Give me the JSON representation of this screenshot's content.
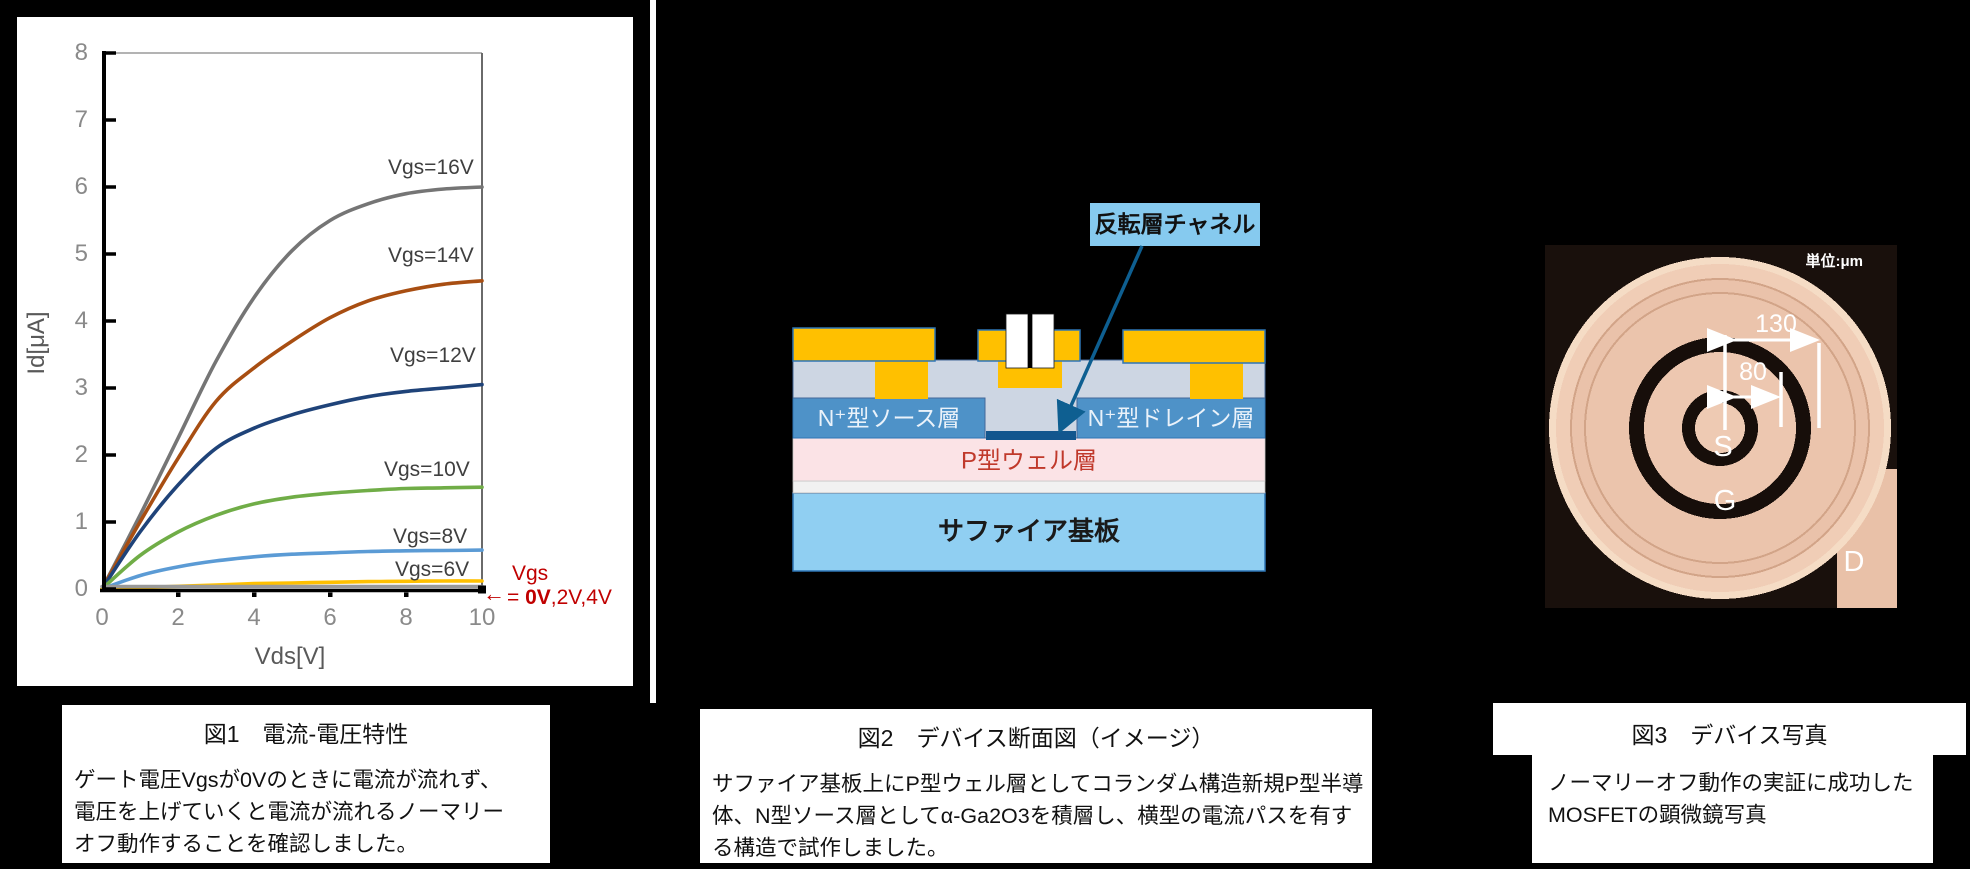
{
  "page": {
    "background": "#000000"
  },
  "chart_data": {
    "type": "line",
    "title": "",
    "xlabel": "Vds[V]",
    "ylabel": "Id[μA]",
    "xlim": [
      0,
      10
    ],
    "ylim": [
      0,
      8
    ],
    "grid": false,
    "x_ticks": [
      0,
      2,
      4,
      6,
      8,
      10
    ],
    "y_ticks": [
      0,
      1,
      2,
      3,
      4,
      5,
      6,
      7,
      8
    ],
    "x": [
      0,
      1,
      2,
      3,
      4,
      5,
      6,
      7,
      8,
      9,
      10
    ],
    "series": [
      {
        "name": "Vgs=16V",
        "color": "#757575",
        "values": [
          0,
          1.1,
          2.25,
          3.4,
          4.35,
          5.05,
          5.5,
          5.75,
          5.9,
          5.97,
          6.0
        ]
      },
      {
        "name": "Vgs=14V",
        "color": "#a84e12",
        "values": [
          0,
          1.0,
          1.95,
          2.8,
          3.3,
          3.7,
          4.05,
          4.3,
          4.45,
          4.55,
          4.6
        ]
      },
      {
        "name": "Vgs=12V",
        "color": "#1f4379",
        "values": [
          0,
          0.85,
          1.55,
          2.1,
          2.4,
          2.6,
          2.75,
          2.87,
          2.95,
          3.0,
          3.05
        ]
      },
      {
        "name": "Vgs=10V",
        "color": "#70ad47",
        "values": [
          0,
          0.5,
          0.85,
          1.1,
          1.27,
          1.37,
          1.43,
          1.47,
          1.5,
          1.51,
          1.52
        ]
      },
      {
        "name": "Vgs=8V",
        "color": "#5b9bd5",
        "values": [
          0,
          0.2,
          0.33,
          0.42,
          0.48,
          0.52,
          0.54,
          0.56,
          0.57,
          0.575,
          0.58
        ]
      },
      {
        "name": "Vgs=6V",
        "color": "#ffc000",
        "values": [
          0,
          0.02,
          0.04,
          0.06,
          0.08,
          0.09,
          0.1,
          0.11,
          0.115,
          0.12,
          0.12
        ]
      },
      {
        "name": "Vgs=0V,2V,4V",
        "color": "#999999",
        "values": [
          0,
          0,
          0,
          0,
          0,
          0,
          0,
          0,
          0,
          0,
          0
        ]
      }
    ],
    "annotation": {
      "arrow": "←",
      "line1": "Vgs",
      "eq": "= ",
      "bold": "0V",
      "rest": ",2V,4V",
      "color": "#c00000"
    }
  },
  "diagram": {
    "callout": "反転層チャネル",
    "labels": {
      "source": "N⁺型ソース層",
      "drain": "N⁺型ドレイン層",
      "pwell": "P型ウェル層",
      "substrate": "サファイア基板"
    },
    "colors": {
      "metal": "#FFC000",
      "insulator": "#CDD6E3",
      "nplus": "#4E92C8",
      "pwell": "#FBE3E6",
      "buffer": "#F1F1F1",
      "substrate": "#90CFF2",
      "channel": "#12568E",
      "callout_bg": "#86CAEF",
      "arrow": "#0E5F91",
      "pwell_text": "#C0392B"
    }
  },
  "photo": {
    "unit_label": "単位:μm",
    "dim_outer": "130",
    "dim_inner": "80",
    "source_label": "S",
    "gate_label": "G",
    "drain_label": "D",
    "device_color": "#ECC7B0",
    "bg_color": "#19100C"
  },
  "captions": [
    {
      "title": "図1　電流-電圧特性",
      "lines": [
        "ゲート電圧Vgsが0Vのときに電流が流れず、",
        "電圧を上げていくと電流が流れるノーマリー",
        "オフ動作することを確認しました。"
      ]
    },
    {
      "title": "図2　デバイス断面図（イメージ）",
      "lines": [
        "サファイア基板上にP型ウェル層としてコランダム構造新規P型半導",
        "体、N型ソース層としてα-Ga2O3を積層し、横型の電流パスを有す",
        "る構造で試作しました。"
      ]
    },
    {
      "title": "図3　デバイス写真",
      "lines": [
        "ノーマリーオフ動作の実証に成功した",
        "MOSFETの顕微鏡写真"
      ]
    }
  ]
}
